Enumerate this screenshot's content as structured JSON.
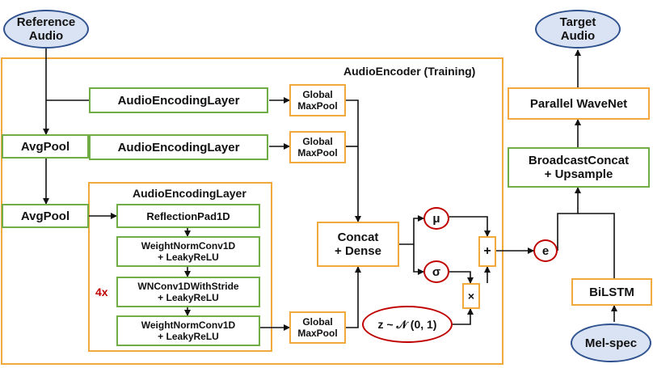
{
  "inputs": {
    "reference_audio": "Reference\nAudio",
    "mel_spec": "Mel-spec"
  },
  "outputs": {
    "target_audio": "Target\nAudio"
  },
  "encoder": {
    "title": "AudioEncoder (Training)",
    "enc_layer_1": "AudioEncodingLayer",
    "enc_layer_2": "AudioEncodingLayer",
    "avgpool_1": "AvgPool",
    "avgpool_2": "AvgPool",
    "global_maxpool_1": "Global\nMaxPool",
    "global_maxpool_2": "Global\nMaxPool",
    "global_maxpool_3": "Global\nMaxPool",
    "concat_dense": "Concat\n+ Dense",
    "mu": "μ",
    "sigma": "σ",
    "plus": "+",
    "times": "×",
    "z_sample": "z ~ 𝒩 (0, 1)"
  },
  "inner_layer": {
    "title": "AudioEncodingLayer",
    "repeat_label": "4x",
    "reflection_pad": "ReflectionPad1D",
    "conv_1": "WeightNormConv1D\n+ LeakyReLU",
    "conv_stride": "WNConv1DWithStride\n+ LeakyReLU",
    "conv_2": "WeightNormConv1D\n+ LeakyReLU"
  },
  "decoder": {
    "e_node": "e",
    "bilstm": "BiLSTM",
    "broadcast_concat": "BroadcastConcat\n+ Upsample",
    "parallel_wavenet": "Parallel WaveNet"
  },
  "colors": {
    "green_border": "#70ad47",
    "orange_border": "#f2a93b",
    "ellipse_fill": "#dae3f3",
    "ellipse_border": "#2f528f",
    "red_accent": "#c00000"
  }
}
